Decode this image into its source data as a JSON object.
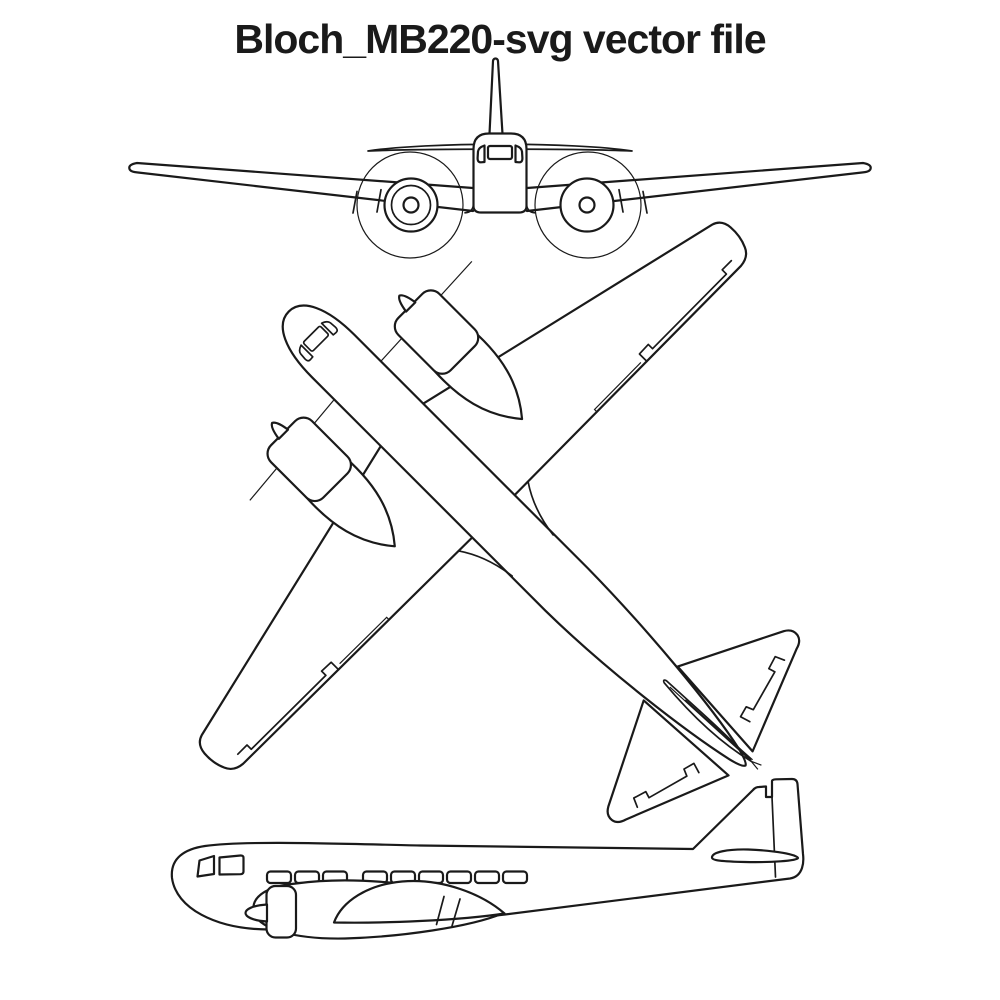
{
  "title": {
    "text": "Bloch_MB220-svg vector file"
  },
  "drawing": {
    "subject": "Bloch MB220 twin-engine aircraft three-view line drawing",
    "line_color": "#1a1a1a",
    "background_color": "#ffffff",
    "views": [
      {
        "id": "front-view",
        "name": "front-elevation-drawing"
      },
      {
        "id": "top-view",
        "name": "plan-view-drawing-rotated-45deg"
      },
      {
        "id": "side-view",
        "name": "side-profile-drawing"
      }
    ]
  }
}
